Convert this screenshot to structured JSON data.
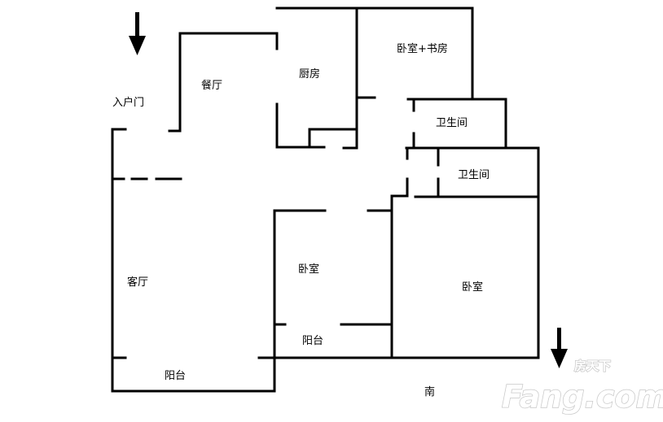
{
  "plan": {
    "labels": {
      "entrance": "入户门",
      "dining": "餐厅",
      "kitchen": "厨房",
      "bedroom_study": "卧室+书房",
      "bathroom_1": "卫生间",
      "bathroom_2": "卫生间",
      "living": "客厅",
      "bedroom_small": "卧室",
      "bedroom_master": "卧室",
      "balcony_bedroom": "阳台",
      "balcony_living": "阳台",
      "south": "南"
    },
    "wall_color": "#000000"
  },
  "watermark": {
    "brand": "Fang.com",
    "cn": "房天下"
  }
}
